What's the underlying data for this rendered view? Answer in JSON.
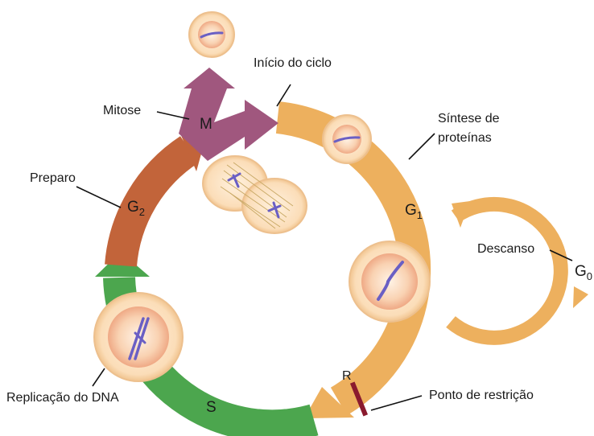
{
  "labels": {
    "cycle_start": "Início do ciclo",
    "mitosis": "Mitose",
    "protein_synthesis_line1": "Síntese de",
    "protein_synthesis_line2": "proteínas",
    "preparation": "Preparo",
    "rest": "Descanso",
    "dna_replication": "Replicação do DNA",
    "restriction_point": "Ponto de restrição"
  },
  "phases": {
    "m": "M",
    "g2_main": "G",
    "g2_sub": "2",
    "g1_main": "G",
    "g1_sub": "1",
    "g0_main": "G",
    "g0_sub": "0",
    "s": "S",
    "r": "R"
  },
  "colors": {
    "g1": "#EDB05E",
    "g0": "#EDB05E",
    "g2": "#C2643A",
    "s": "#4CA64E",
    "m": "#A0577E",
    "restriction_mark": "#8A1A2E",
    "chromosome": "#6A5FC4",
    "cell_fill": "#FCE2C4",
    "cell_ring": "#F4CFA4",
    "nucleus": "#F6C39C"
  }
}
